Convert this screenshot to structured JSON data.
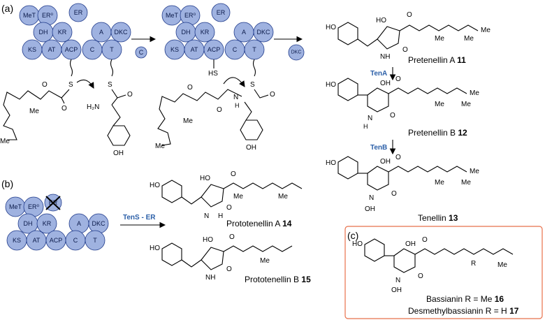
{
  "panel_labels": {
    "a": "(a)",
    "b": "(b)",
    "c": "(c)"
  },
  "domains": {
    "MeT": "MeT",
    "ERo": "ER⁰",
    "ER": "ER",
    "DH": "DH",
    "KR": "KR",
    "KS": "KS",
    "AT": "AT",
    "ACP": "ACP",
    "A": "A",
    "DKC": "DKC",
    "C": "C",
    "T": "T"
  },
  "free_c": "C",
  "free_dkc": "DKC",
  "atoms": {
    "S": "S",
    "HS": "HS",
    "H2N": "H₂N",
    "O": "O",
    "OH": "OH",
    "HO": "HO",
    "Me": "Me",
    "N": "N",
    "NH": "NH",
    "H": "H",
    "R": "R"
  },
  "enzymes": {
    "tenA": "TenA",
    "tenB": "TenB",
    "tenS_er": "TenS - ER"
  },
  "compounds": {
    "pretenellin_a": {
      "name": "Pretenellin A ",
      "num": "11"
    },
    "pretenellin_b": {
      "name": "Pretenellin B ",
      "num": "12"
    },
    "tenellin": {
      "name": "Tenellin ",
      "num": "13"
    },
    "prototenellin_a": {
      "name": "Prototenellin A ",
      "num": "14"
    },
    "prototenellin_b": {
      "name": "Prototenellin B ",
      "num": "15"
    },
    "bassianin": {
      "name": "Bassianin R = Me ",
      "num": "16"
    },
    "desmethyl": {
      "name": "Desmethylbassianin R = H ",
      "num": "17"
    }
  },
  "colors": {
    "domain_fill": "#9fb2e0",
    "enzyme_text": "#2b5fa8",
    "box_border": "#e8704a"
  }
}
